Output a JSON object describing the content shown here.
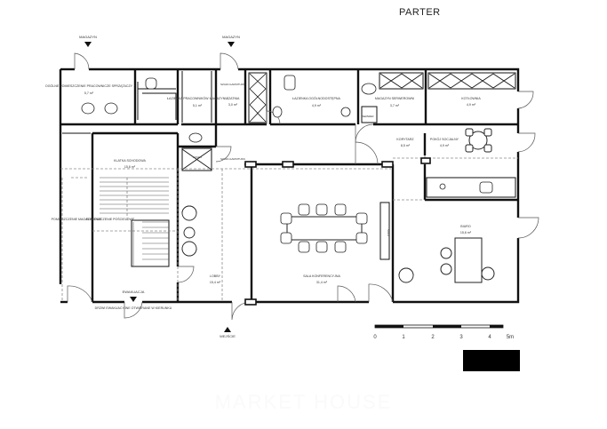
{
  "title": "PARTER",
  "brand": "MARKET HOUSE",
  "colors": {
    "wall": "#111111",
    "dash": "#8a8a8a",
    "door_arc": "#555555",
    "text": "#333333"
  },
  "entrances": [
    {
      "label": "MAGAZYN"
    },
    {
      "label": "MAGAZYN"
    },
    {
      "label": "WEJŚCIE"
    },
    {
      "label": "EWAKUACJA"
    }
  ],
  "rooms": [
    {
      "name": "OGÓLNE POMIESZCZENIE PRACOWNICZE SPRZĄTACZY",
      "area": "5,7 m²"
    },
    {
      "name": "ŁAZIENKA PRACOWNIKÓW MAGAZYNU",
      "area": "5,1 m²"
    },
    {
      "name": "SZATNIA",
      "area": "3,0 m²"
    },
    {
      "name": "ŁAZIENKA OGÓLNODOSTĘPNA",
      "area": "4,9 m²"
    },
    {
      "name": "MAGAZYN SERWEROWNI",
      "area": "3,7 m²"
    },
    {
      "name": "KOTŁOWNIA",
      "area": "4,9 m²"
    },
    {
      "name": "KLATKA SCHODOWA",
      "area": "15,6 m²"
    },
    {
      "name": "KORYTARZ",
      "area": "8,5 m²"
    },
    {
      "name": "POKÓJ SOCJALNY",
      "area": "4,9 m²"
    },
    {
      "name": "POMIESZCZENIE POŚCIELOWE",
      "area": ""
    },
    {
      "name": "LOBBY",
      "area": "15,4 m²"
    },
    {
      "name": "SALA KONFERENCYJNA",
      "area": "31,4 m²"
    },
    {
      "name": "BIURO",
      "area": "15,6 m²"
    },
    {
      "name": "DRZWI EWAKUACYJNE OTWIERANE W KIERUNKU",
      "area": ""
    }
  ],
  "small_labels": {
    "szafa": "SZAFA GARNITURU",
    "szafa2": "SZAFA GARNITURU",
    "szafka": "SZAFKI",
    "serwer": "SERWER",
    "sofa": "SOFA",
    "side_left": "POMIESZCZENIE MAGAZYNOWE"
  },
  "scale": {
    "ticks": [
      "0",
      "1",
      "2",
      "3",
      "4",
      "5m"
    ]
  }
}
